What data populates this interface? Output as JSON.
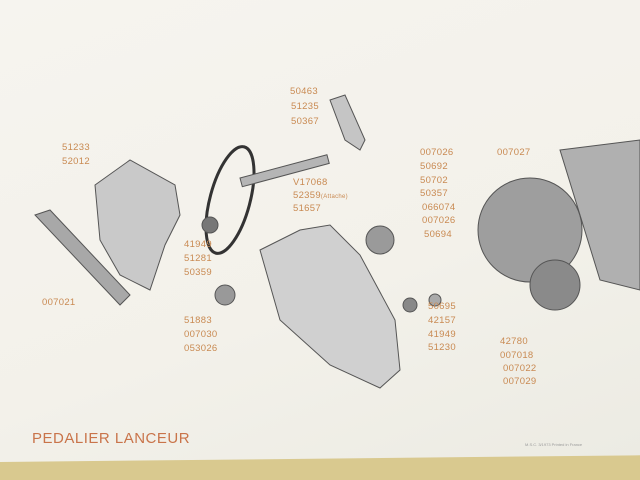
{
  "title": "PEDALIER LANCEUR",
  "footer": "M.S.C. 3/1973 Printed in France",
  "labels": [
    "50463",
    "51235",
    "50367",
    "51233",
    "52012",
    "V17068",
    "52359",
    "51657",
    "007026",
    "50692",
    "50702",
    "50357",
    "066074",
    "007026",
    "50694",
    "007027",
    "41949",
    "51281",
    "50359",
    "007021",
    "51883",
    "007030",
    "053026",
    "50695",
    "42157",
    "41949",
    "51230",
    "42780",
    "007018",
    "007022",
    "007029"
  ],
  "attache": "(Attache)"
}
